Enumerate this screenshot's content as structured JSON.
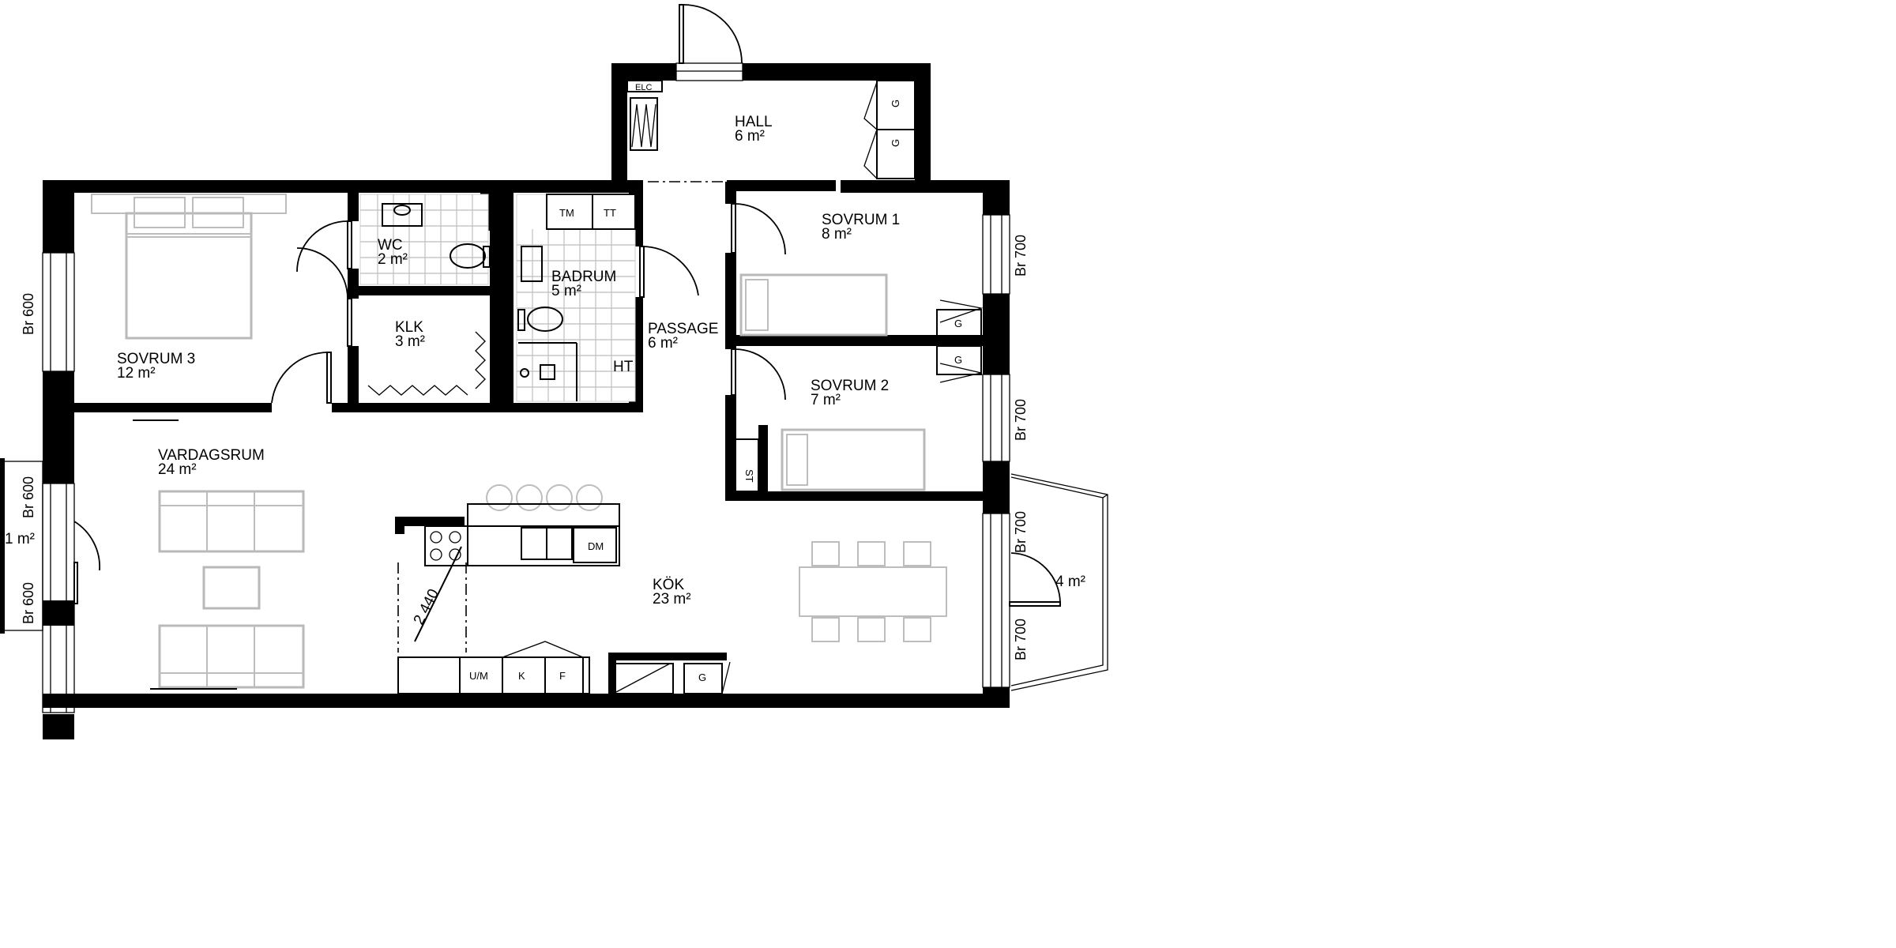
{
  "rooms": {
    "hall": {
      "name": "HALL",
      "area": "6 m²"
    },
    "sovrum1": {
      "name": "SOVRUM 1",
      "area": "8 m²"
    },
    "sovrum2": {
      "name": "SOVRUM 2",
      "area": "7 m²"
    },
    "sovrum3": {
      "name": "SOVRUM 3",
      "area": "12 m²"
    },
    "wc": {
      "name": "WC",
      "area": "2 m²"
    },
    "klk": {
      "name": "KLK",
      "area": "3 m²"
    },
    "badrum": {
      "name": "BADRUM",
      "area": "5 m²"
    },
    "passage": {
      "name": "PASSAGE",
      "area": "6 m²"
    },
    "vardagsrum": {
      "name": "VARDAGSRUM",
      "area": "24 m²"
    },
    "kok": {
      "name": "KÖK",
      "area": "23 m²"
    },
    "balkong_right": {
      "area": "4 m²"
    },
    "balkong_left": {
      "area": "1 m²"
    }
  },
  "windows": {
    "sovrum1": "Br 700",
    "sovrum2": "Br 700",
    "kok_upper": "Br 700",
    "kok_lower": "Br 700",
    "sovrum3": "Br 600",
    "vardagsrum_upper": "Br 600",
    "vardagsrum_lower": "Br 600"
  },
  "fixtures": {
    "elc": "ELC",
    "garderob": "G",
    "tm": "TM",
    "tt": "TT",
    "ht": "HT",
    "st": "ST",
    "dm": "DM",
    "um": "U/M",
    "kyl": "K",
    "frys": "F"
  },
  "dimensions": {
    "kitchen_diagonal": "2 440"
  }
}
